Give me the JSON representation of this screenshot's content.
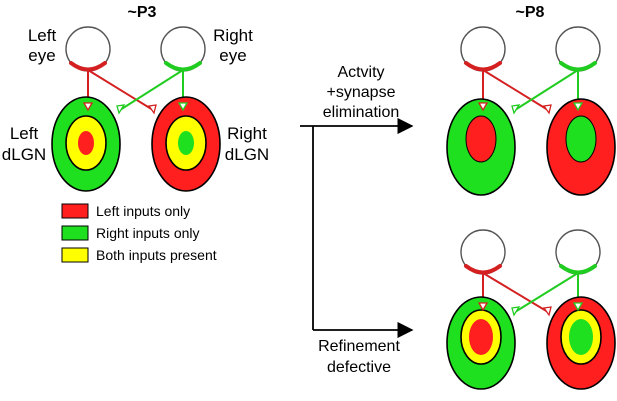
{
  "colors": {
    "left": "#ff1f1f",
    "right": "#1fe01f",
    "both": "#ffff00",
    "left_line": "#d42020",
    "right_line": "#20cc20"
  },
  "panel_p3": {
    "title": "~P3",
    "left_eye_label": [
      "Left",
      "eye"
    ],
    "right_eye_label": [
      "Right",
      "eye"
    ],
    "left_lgn_label": [
      "Left",
      "dLGN"
    ],
    "right_lgn_label": [
      "Right",
      "dLGN"
    ]
  },
  "panel_p8": {
    "title": "~P8"
  },
  "arrow_top": {
    "label": [
      "Actvity",
      "+synapse",
      "elimination"
    ]
  },
  "arrow_bottom": {
    "label": [
      "Refinement",
      "defective"
    ]
  },
  "legend": [
    {
      "label": "Left inputs only",
      "color": "left"
    },
    {
      "label": "Right inputs only",
      "color": "right"
    },
    {
      "label": "Both inputs present",
      "color": "both"
    }
  ]
}
